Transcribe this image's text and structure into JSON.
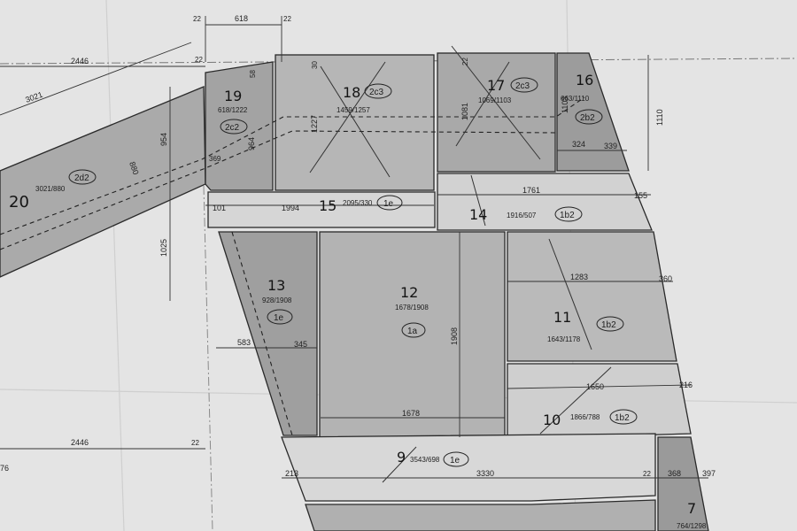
{
  "panels": [
    {
      "id": "p20",
      "number": "20",
      "size": "3021/880",
      "type": "2d2"
    },
    {
      "id": "p19",
      "number": "19",
      "size": "618/1222",
      "type": "2c2"
    },
    {
      "id": "p18",
      "number": "18",
      "size": "1459/1257",
      "type": "2c3"
    },
    {
      "id": "p17",
      "number": "17",
      "size": "1069/1103",
      "type": "2c3"
    },
    {
      "id": "p16",
      "number": "16",
      "size": "663/1110",
      "type": "2b2"
    },
    {
      "id": "p15",
      "number": "15",
      "size": "2095/330",
      "type": "1e"
    },
    {
      "id": "p14",
      "number": "14",
      "size": "1916/507",
      "type": "1b2"
    },
    {
      "id": "p13",
      "number": "13",
      "size": "928/1908",
      "type": "1e"
    },
    {
      "id": "p12",
      "number": "12",
      "size": "1678/1908",
      "type": "1a"
    },
    {
      "id": "p11",
      "number": "11",
      "size": "1643/1178",
      "type": "1b2"
    },
    {
      "id": "p10",
      "number": "10",
      "size": "1866/788",
      "type": "1b2"
    },
    {
      "id": "p9",
      "number": "9",
      "size": "3543/698",
      "type": "1e"
    },
    {
      "id": "p7",
      "number": "7",
      "size": "764/1298",
      "type": ""
    }
  ],
  "dimensions": [
    {
      "id": "d22a",
      "text": "22"
    },
    {
      "id": "d618",
      "text": "618"
    },
    {
      "id": "d22b",
      "text": "22"
    },
    {
      "id": "d2446top",
      "text": "2446"
    },
    {
      "id": "d22c",
      "text": "22"
    },
    {
      "id": "d3021",
      "text": "3021"
    },
    {
      "id": "d58",
      "text": "58"
    },
    {
      "id": "d30",
      "text": "30"
    },
    {
      "id": "d22d",
      "text": "22"
    },
    {
      "id": "d1227",
      "text": "1227"
    },
    {
      "id": "d1081",
      "text": "1081"
    },
    {
      "id": "d1103",
      "text": "1103"
    },
    {
      "id": "d1110",
      "text": "1110"
    },
    {
      "id": "d954",
      "text": "954"
    },
    {
      "id": "d964",
      "text": "964"
    },
    {
      "id": "d880",
      "text": "880"
    },
    {
      "id": "d369",
      "text": "369"
    },
    {
      "id": "d324",
      "text": "324"
    },
    {
      "id": "d339",
      "text": "339"
    },
    {
      "id": "d101",
      "text": "101"
    },
    {
      "id": "d1994",
      "text": "1994"
    },
    {
      "id": "d1761",
      "text": "1761"
    },
    {
      "id": "d155",
      "text": "155"
    },
    {
      "id": "d1025",
      "text": "1025"
    },
    {
      "id": "d1283",
      "text": "1283"
    },
    {
      "id": "d360",
      "text": "360"
    },
    {
      "id": "d583",
      "text": "583"
    },
    {
      "id": "d345",
      "text": "345"
    },
    {
      "id": "d1908",
      "text": "1908"
    },
    {
      "id": "d1650",
      "text": "1650"
    },
    {
      "id": "d216",
      "text": "216"
    },
    {
      "id": "d1678",
      "text": "1678"
    },
    {
      "id": "d2446bot",
      "text": "2446"
    },
    {
      "id": "d22e",
      "text": "22"
    },
    {
      "id": "d76",
      "text": "76"
    },
    {
      "id": "d213",
      "text": "213"
    },
    {
      "id": "d3330",
      "text": "3330"
    },
    {
      "id": "d22f",
      "text": "22"
    },
    {
      "id": "d368",
      "text": "368"
    },
    {
      "id": "d397",
      "text": "397"
    }
  ]
}
